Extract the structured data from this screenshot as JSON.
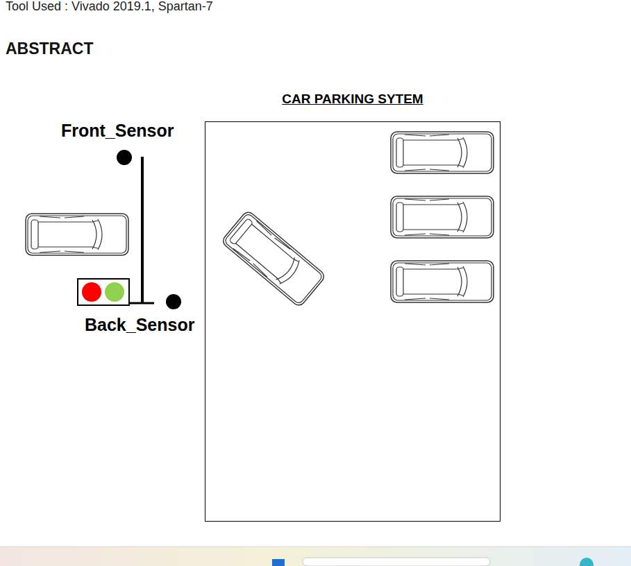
{
  "diagram": {
    "title": "ABSTRACT",
    "nodes": [
      {
        "text": [
          "CAR PARKING SYTEM"
        ]
      }
    ],
    "labels": [
      "Tool Used : Vivado 2019.1, Spartan-7",
      "Front_Sensor",
      "Back_Sensor"
    ]
  }
}
